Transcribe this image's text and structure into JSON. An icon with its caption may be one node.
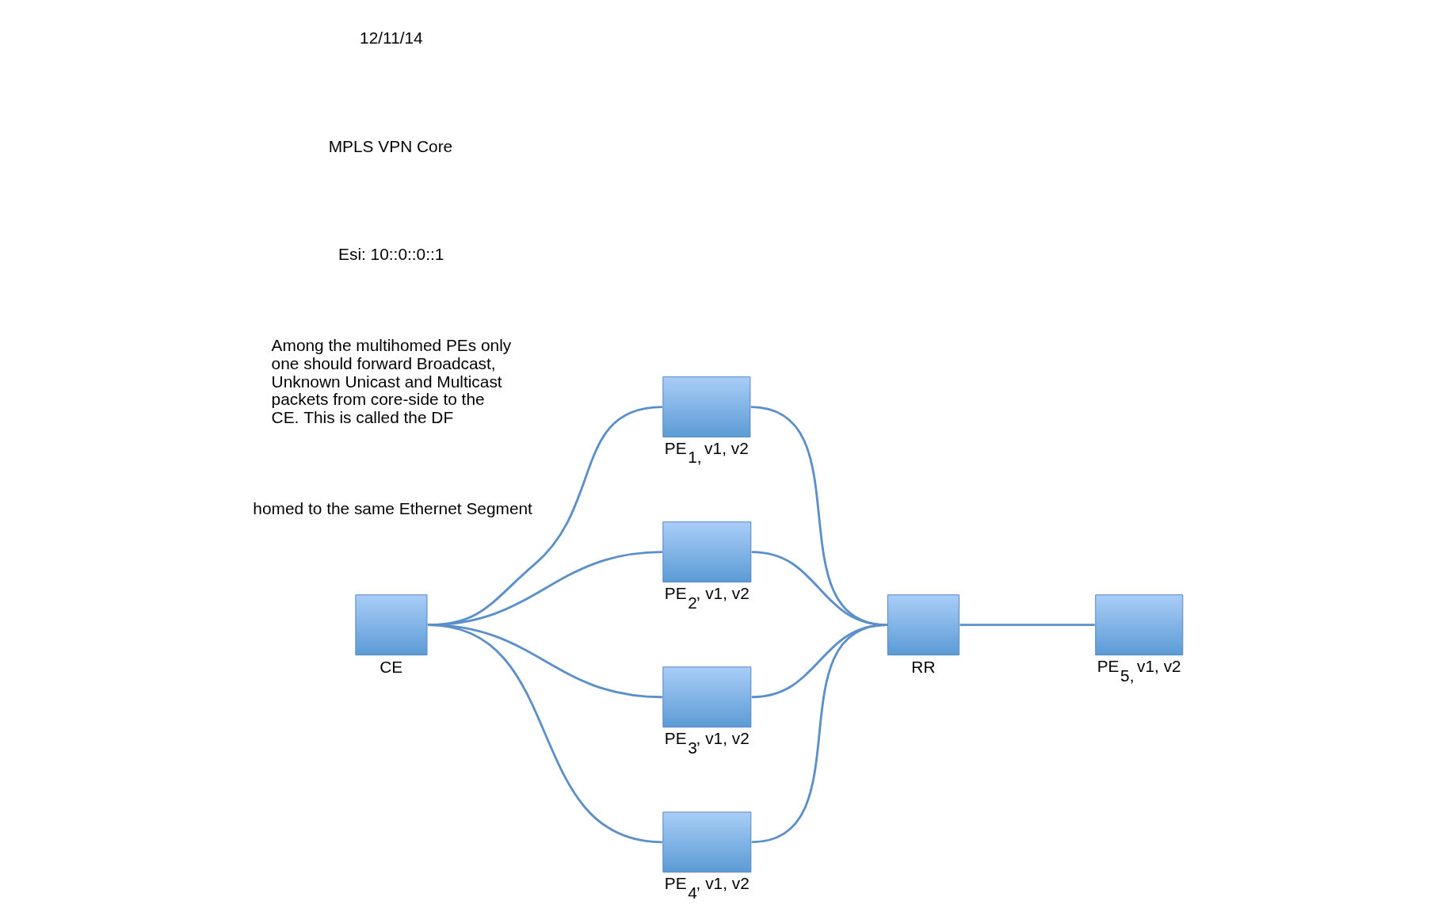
{
  "diagram": {
    "nodes": [
      {
        "text": [],
        "shape": "box",
        "beside": [
          "CE"
        ]
      },
      {
        "text": [],
        "shape": "box",
        "beside": [
          "PE$_{1,}$ v1, v2"
        ]
      },
      {
        "text": [],
        "shape": "box",
        "beside": [
          "PE$_{2}$, v1, v2"
        ]
      },
      {
        "text": [],
        "shape": "box",
        "beside": [
          "PE$_{3}$, v1, v2"
        ]
      },
      {
        "text": [],
        "shape": "box",
        "beside": [
          "PE$_{4}$, v1, v2"
        ]
      },
      {
        "text": [],
        "shape": "box",
        "beside": [
          "RR"
        ]
      },
      {
        "text": [],
        "shape": "box",
        "beside": [
          "PE$_{5,}$ v1, v2"
        ]
      }
    ],
    "edges": [
      {
        "from": 0,
        "to": 1,
        "arrow": "none"
      },
      {
        "from": 0,
        "to": 2,
        "arrow": "none"
      },
      {
        "from": 0,
        "to": 3,
        "arrow": "none"
      },
      {
        "from": 0,
        "to": 4,
        "arrow": "none"
      },
      {
        "from": 1,
        "to": 5,
        "arrow": "none"
      },
      {
        "from": 2,
        "to": 5,
        "arrow": "none"
      },
      {
        "from": 3,
        "to": 5,
        "arrow": "none"
      },
      {
        "from": 4,
        "to": 5,
        "arrow": "none"
      },
      {
        "from": 5,
        "to": 6,
        "arrow": "none"
      }
    ],
    "labels": [
      "homed to the same Ethernet Segment",
      "Among the multihomed PEs only one should forward Broadcast, Unknown Unicast and Multicast packets from core-side to the CE. This is called the DF",
      "Esi: 10::0::0::1",
      "MPLS VPN Core",
      "12/11/14"
    ]
  }
}
